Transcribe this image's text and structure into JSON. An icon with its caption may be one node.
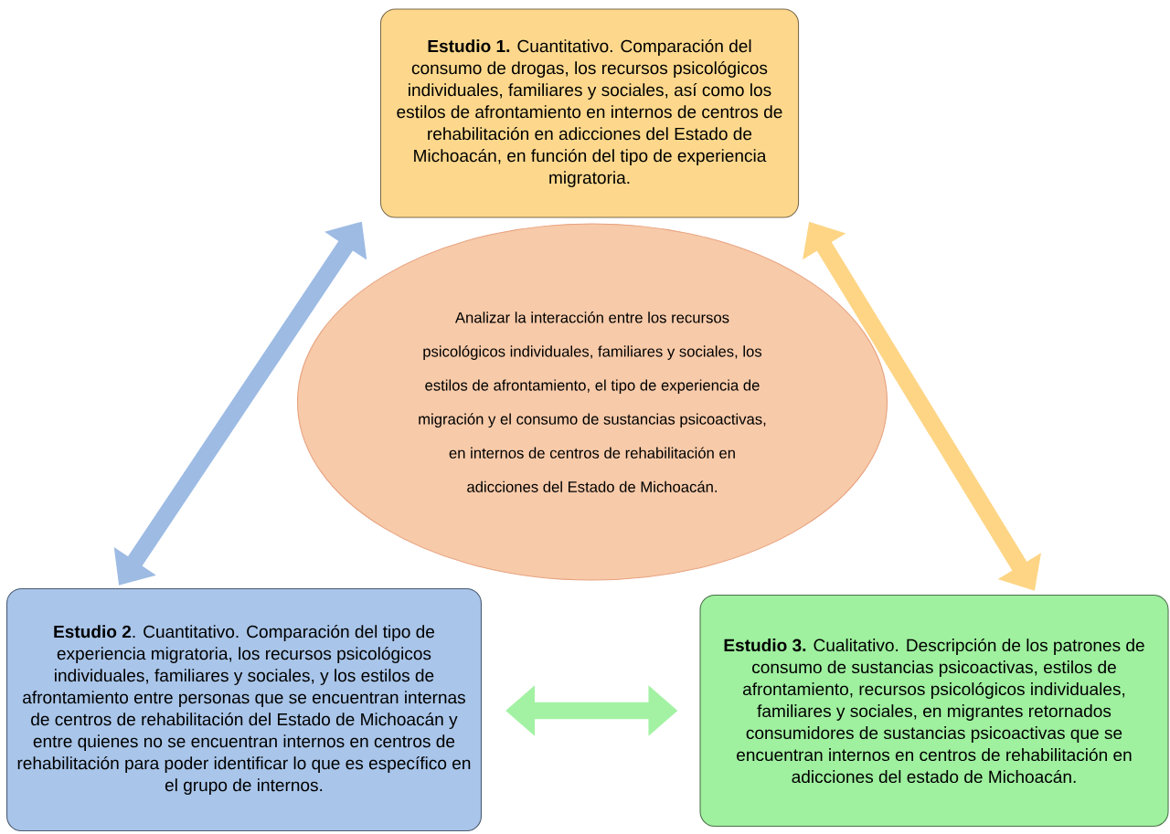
{
  "diagram": {
    "nodes": [
      {
        "text": [
          "**Estudio 1.** Cuantitativo. Comparación del consumo de drogas, los recursos psicológicos individuales, familiares y sociales, así como los estilos de afrontamiento en internos de centros de rehabilitación en adicciones del Estado de Michoacán, en función del tipo de experiencia migratoria."
        ]
      },
      {
        "text": [
          "Analizar la interacción entre los recursos psicológicos individuales, familiares y sociales, los estilos de afrontamiento, el tipo de experiencia de migración y el consumo de sustancias psicoactivas, en internos de centros de rehabilitación en adicciones del Estado de Michoacán."
        ]
      },
      {
        "text": [
          "**Estudio 2**. Cuantitativo. Comparación del tipo de experiencia migratoria, los recursos psicológicos individuales, familiares y sociales, y los estilos de afrontamiento entre personas que se encuentran internas de centros de rehabilitación del Estado de Michoacán y entre quienes no se encuentran internos en centros de rehabilitación para poder identificar lo que es específico en el grupo de internos."
        ]
      },
      {
        "text": [
          "**Estudio 3.** Cualitativo. Descripción de los patrones de consumo de sustancias psicoactivas, estilos de afrontamiento, recursos psicológicos individuales, familiares y sociales, en migrantes retornados consumidores de sustancias psicoactivas que se encuentran internos en centros de rehabilitación en adicciones del estado de Michoacán."
        ]
      }
    ],
    "edges": [
      {
        "from": 2,
        "to": 0,
        "arrow": "both",
        "color": "#9dbbe3"
      },
      {
        "from": 0,
        "to": 3,
        "arrow": "both",
        "color": "#fdd585"
      },
      {
        "from": 2,
        "to": 3,
        "arrow": "both",
        "color": "#a3f2a3"
      }
    ]
  }
}
